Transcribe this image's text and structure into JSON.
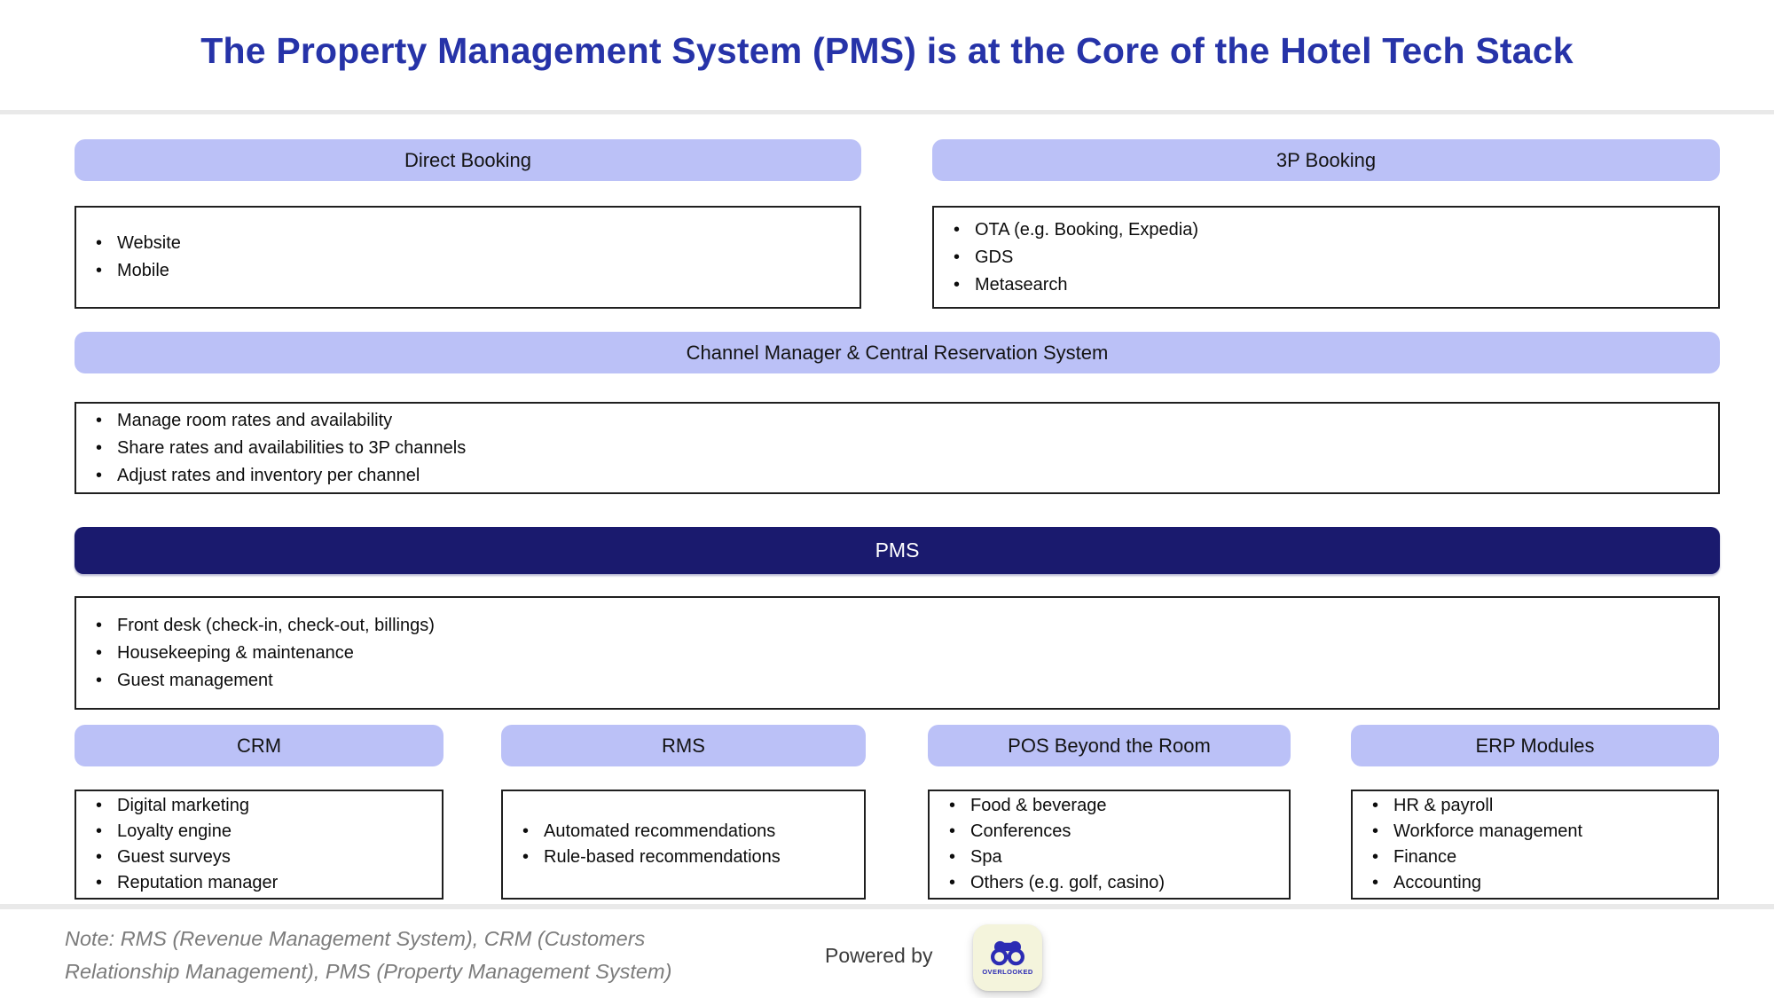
{
  "title": "The Property Management System (PMS) is at the Core of the Hotel Tech Stack",
  "colors": {
    "title_blue": "#2633A8",
    "header_lavender": "#BBC1F7",
    "pms_navy": "#1A1A6E",
    "box_border": "#1F1F1F",
    "divider_gray": "#E9E9E9",
    "note_gray": "#7C7C7C",
    "logo_cream": "#F4F4DC",
    "logo_blue": "#2B2BB4"
  },
  "sections": {
    "direct_booking": {
      "label": "Direct Booking",
      "items": [
        "Website",
        "Mobile"
      ]
    },
    "third_party_booking": {
      "label": "3P Booking",
      "items": [
        "OTA (e.g. Booking, Expedia)",
        "GDS",
        "Metasearch"
      ]
    },
    "channel_manager": {
      "label": "Channel Manager & Central Reservation System",
      "items": [
        "Manage room rates and availability",
        "Share rates and availabilities to 3P channels",
        "Adjust rates and inventory per channel"
      ]
    },
    "pms": {
      "label": "PMS",
      "items": [
        "Front desk (check-in, check-out, billings)",
        "Housekeeping & maintenance",
        "Guest management"
      ]
    },
    "crm": {
      "label": "CRM",
      "items": [
        "Digital marketing",
        "Loyalty engine",
        "Guest surveys",
        "Reputation manager"
      ]
    },
    "rms": {
      "label": "RMS",
      "items": [
        "Automated recommendations",
        "Rule-based recommendations"
      ]
    },
    "pos": {
      "label": "POS Beyond the Room",
      "items": [
        "Food & beverage",
        "Conferences",
        "Spa",
        "Others (e.g. golf, casino)"
      ]
    },
    "erp": {
      "label": "ERP Modules",
      "items": [
        "HR & payroll",
        "Workforce management",
        "Finance",
        "Accounting"
      ]
    }
  },
  "footer": {
    "note_lines": [
      "Note: RMS (Revenue Management System), CRM (Customers",
      "Relationship Management), PMS (Property Management System)"
    ],
    "powered_by": "Powered by",
    "logo_text": "OVERLOOKED",
    "logo_icon": "binoculars-icon"
  }
}
